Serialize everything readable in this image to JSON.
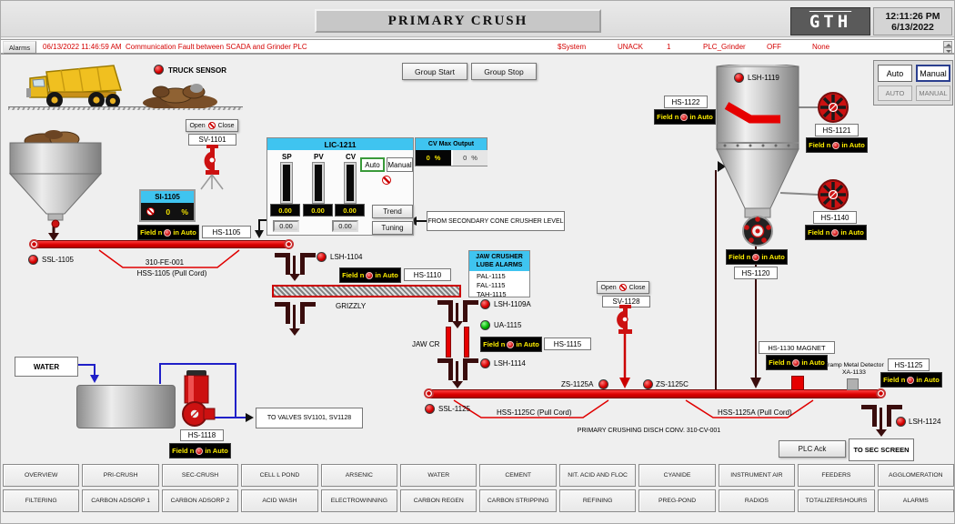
{
  "header": {
    "title": "PRIMARY CRUSH",
    "logo": "GTH",
    "time": "12:11:26 PM",
    "date": "6/13/2022"
  },
  "alarm_bar": {
    "button": "Alarms",
    "timestamp": "06/13/2022 11:46:59 AM",
    "message": "Communication Fault between SCADA and Grinder PLC",
    "system": "$System",
    "ack": "UNACK",
    "count": "1",
    "plc": "PLC_Grinder",
    "state": "OFF",
    "none": "None"
  },
  "buttons": {
    "group_start": "Group Start",
    "group_stop": "Group Stop",
    "auto": "Auto",
    "manual": "Manual",
    "auto_caps": "AUTO",
    "manual_caps": "MANUAL",
    "open": "Open",
    "close": "Close",
    "trend": "Trend",
    "tuning": "Tuning",
    "plc_ack": "PLC Ack"
  },
  "field_not_auto": {
    "pre": "Field n",
    "post": "in Auto"
  },
  "lic": {
    "title": "LIC-1211",
    "sp": "SP",
    "pv": "PV",
    "cv": "CV",
    "sp_val": "0.00",
    "pv_val": "0.00",
    "cv_val": "0.00",
    "sp_in": "0.00",
    "cv_in": "0.00",
    "cv_max_title": "CV Max Output",
    "cv_max_val": "0",
    "cv_max_unit": "%",
    "cv_max_val2": "0",
    "cv_max_unit2": "%"
  },
  "si1105": {
    "title": "SI-1105",
    "value": "0",
    "unit": "%"
  },
  "jaw_alarms": {
    "title_line1": "JAW CRUSHER",
    "title_line2": "LUBE ALARMS",
    "items": [
      "PAL-1115",
      "FAL-1115",
      "TAH-1115"
    ]
  },
  "labels": {
    "truck_sensor": "TRUCK SENSOR",
    "sv1101": "SV-1101",
    "sv1128": "SV-1128",
    "hs1105": "HS-1105",
    "hs1110": "HS-1110",
    "hs1115": "HS-1115",
    "hs1118": "HS-1118",
    "hs1120": "HS-1120",
    "hs1121": "HS-1121",
    "hs1122": "HS-1122",
    "hs1125": "HS-1125",
    "hs1140": "HS-1140",
    "hs1130": "HS-1130 MAGNET",
    "lsh1104": "LSH-1104",
    "lsh1109a": "LSH-1109A",
    "lsh1114": "LSH-1114",
    "lsh1119": "LSH-1119",
    "lsh1124": "LSH-1124",
    "ua1115": "UA-1115",
    "ssl1105": "SSL-1105",
    "ssl1125": "SSL-1125",
    "zs1125a": "ZS-1125A",
    "zs1125c": "ZS-1125C",
    "conv1": "310-FE-001",
    "pull1": "HSS-1105 (Pull Cord)",
    "pull_c": "HSS-1125C (Pull Cord)",
    "pull_a": "HSS-1125A (Pull Cord)",
    "grizzly": "GRIZZLY",
    "jaw": "JAW CR",
    "from_secondary": "FROM SECONDARY CONE CRUSHER LEVEL",
    "water": "WATER",
    "to_valves": "TO VALVES SV1101, SV1128",
    "disch_conv": "PRIMARY CRUSHING DISCH CONV. 310-CV-001",
    "tramp1": "Tramp Metal Detector",
    "tramp2": "XA-1133",
    "to_sec": "TO SEC SCREEN"
  },
  "nav": {
    "row1": [
      "OVERVIEW",
      "PRI-CRUSH",
      "SEC-CRUSH",
      "CELL L POND",
      "ARSENIC",
      "WATER",
      "CEMENT",
      "NIT. ACID AND FLOC",
      "CYANIDE",
      "INSTRUMENT AIR",
      "FEEDERS",
      "AGGLOMERATION"
    ],
    "row2": [
      "FILTERING",
      "CARBON ADSORP 1",
      "CARBON ADSORP 2",
      "ACID WASH",
      "ELECTROWINNING",
      "CARBON REGEN",
      "CARBON STRIPPING",
      "REFINING",
      "PREG-POND",
      "RADIOS",
      "TOTALIZERS/HOURS",
      "ALARMS"
    ]
  },
  "colors": {
    "conveyor": "#da0000",
    "cyan_header": "#3fc4f0",
    "alarm_text": "#d40000",
    "annunciator_bg": "#000000",
    "annunciator_text": "#ffef00",
    "chute": "#3a0d0d"
  }
}
